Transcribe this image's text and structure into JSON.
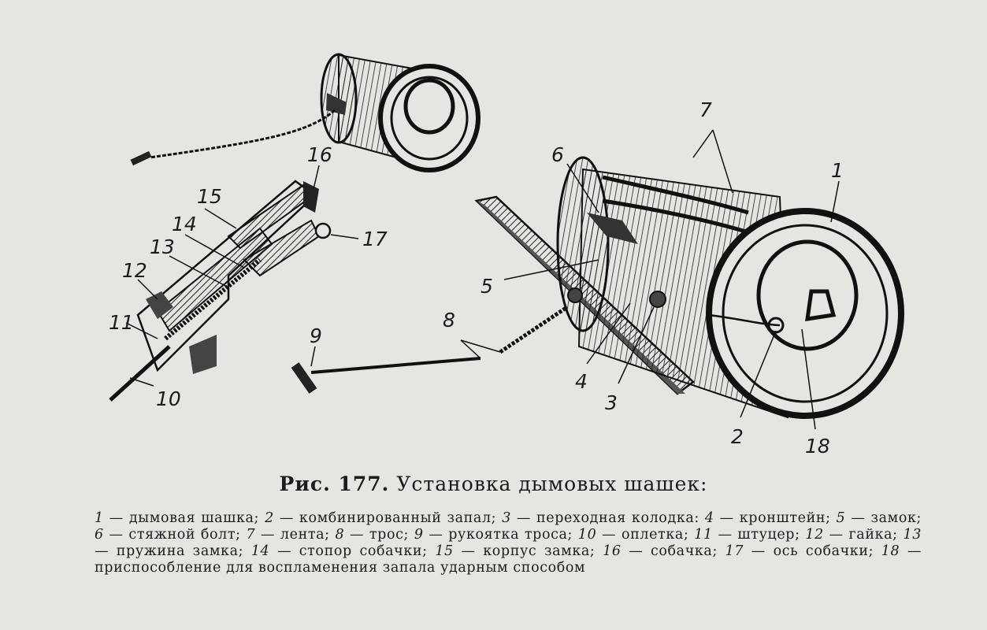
{
  "figure": {
    "labels": [
      "1",
      "2",
      "3",
      "4",
      "5",
      "6",
      "7",
      "8",
      "9",
      "10",
      "11",
      "12",
      "13",
      "14",
      "15",
      "16",
      "17",
      "18"
    ]
  },
  "caption": {
    "prefix": "Рис. 177.",
    "title": "Установка дымовых шашек:"
  },
  "legend": {
    "items": [
      {
        "num": "1",
        "text": "дымовая шашка;"
      },
      {
        "num": "2",
        "text": "комбинированный запал;"
      },
      {
        "num": "3",
        "text": "переходная колодка:"
      },
      {
        "num": "4",
        "text": "кронштейн;"
      },
      {
        "num": "5",
        "text": "замок;"
      },
      {
        "num": "6",
        "text": "стяжной болт;"
      },
      {
        "num": "7",
        "text": "лента;"
      },
      {
        "num": "8",
        "text": "трос;"
      },
      {
        "num": "9",
        "text": "рукоятка троса;"
      },
      {
        "num": "10",
        "text": "оплетка;"
      },
      {
        "num": "11",
        "text": "штуцер;"
      },
      {
        "num": "12",
        "text": "гайка;"
      },
      {
        "num": "13",
        "text": "пружина замка;"
      },
      {
        "num": "14",
        "text": "стопор собачки;"
      },
      {
        "num": "15",
        "text": "корпус замка;"
      },
      {
        "num": "16",
        "text": "собачка;"
      },
      {
        "num": "17",
        "text": "ось собачки;"
      },
      {
        "num": "18",
        "text": "приспособление для воспламенения запала ударным способом"
      }
    ]
  }
}
